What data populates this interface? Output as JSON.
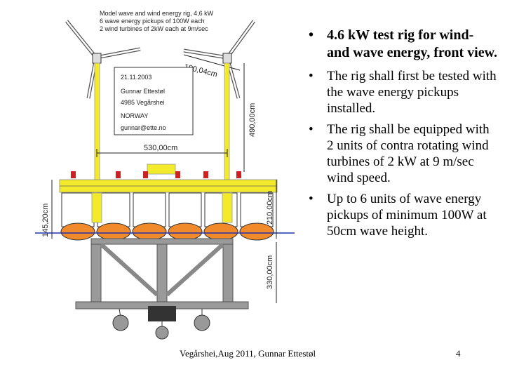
{
  "slide": {
    "bullets": [
      "4.6 kW test rig for wind- and wave energy,  front view.",
      "The rig shall first be tested with the wave energy pickups installed.",
      "The rig shall be equipped with 2 units of contra rotating wind turbines of 2 kW at 9 m/sec wind speed.",
      "Up to 6 units of wave energy pickups of minimum 100W at 50cm wave height."
    ],
    "footer": "Vegårshei,Aug 2011, Gunnar Ettestøl",
    "page_number": "4"
  },
  "diagram": {
    "model_note": [
      "Model wave and wind energy rig, 4,6 kW",
      "6 wave energy pickups of 100W each",
      "2 wind turbines of 2kW each at 9m/sec"
    ],
    "info_box": [
      "21.11.2003",
      "Gunnar Ettestøl",
      "4985 Vegårshei",
      "NORWAY",
      "gunnar@ette.no"
    ],
    "dim_rotor": "180,04cm",
    "dim_mast_height": "490,00cm",
    "dim_mast_spacing": "530,00cm",
    "dim_floater_height": "145,20cm",
    "dim_platform_height": "210,00cm",
    "dim_leg_height": "330,00cm",
    "colors": {
      "mast": "#f2ea2a",
      "floater": "#f08a2a",
      "steel": "#9a9a9a",
      "waterline": "#2233aa"
    }
  }
}
